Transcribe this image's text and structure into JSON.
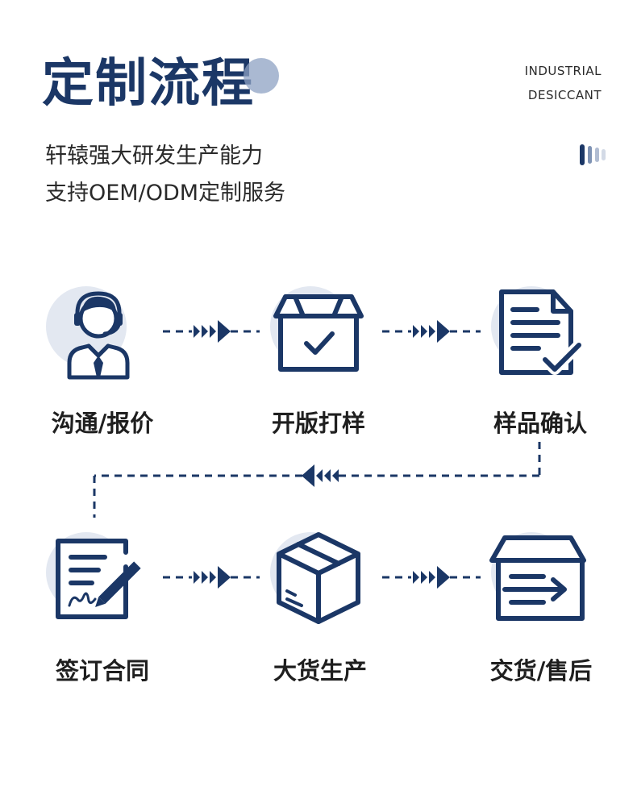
{
  "header": {
    "title": "定制流程",
    "subtitle_line1": "轩辕强大研发生产能力",
    "subtitle_line2": "支持OEM/ODM定制服务",
    "brand_line1": "INDUSTRIAL",
    "brand_line2": "DESICCANT"
  },
  "colors": {
    "primary": "#1b3766",
    "circle": "#e3e8f1",
    "accent_dot": "#8da2c3"
  },
  "steps": [
    {
      "label": "沟通/报价",
      "icon": "customer-service-icon"
    },
    {
      "label": "开版打样",
      "icon": "checked-box-icon"
    },
    {
      "label": "样品确认",
      "icon": "document-check-icon"
    },
    {
      "label": "签订合同",
      "icon": "contract-sign-icon"
    },
    {
      "label": "大货生产",
      "icon": "package-cube-icon"
    },
    {
      "label": "交货/售后",
      "icon": "delivery-box-icon"
    }
  ]
}
